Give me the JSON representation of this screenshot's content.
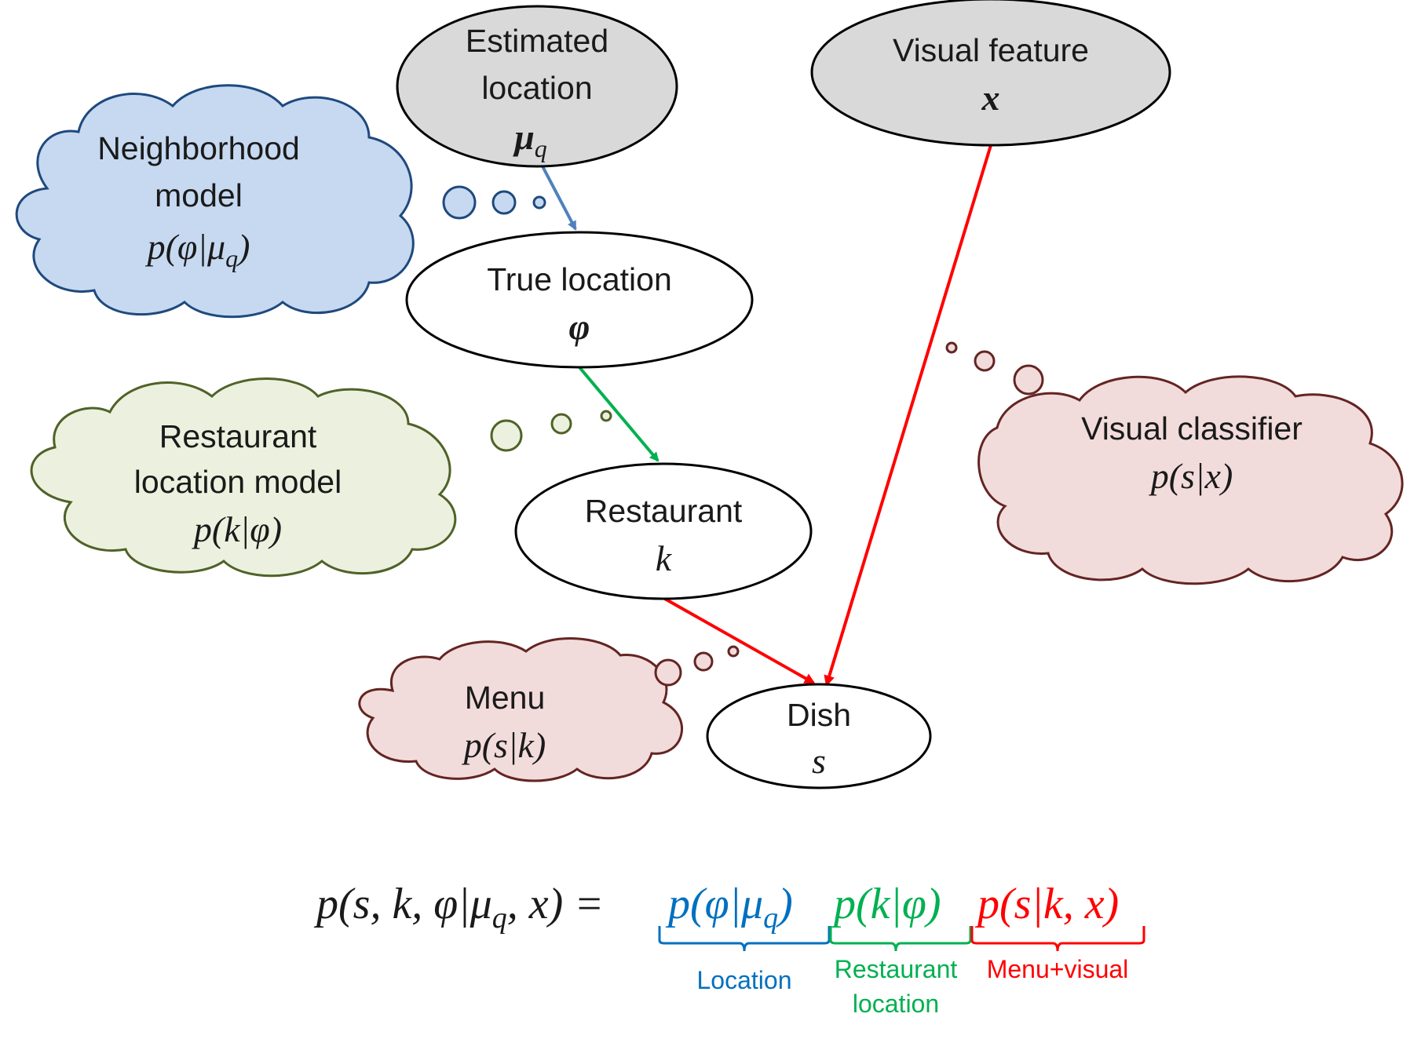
{
  "nodes": {
    "estimated_location": {
      "line1": "Estimated",
      "line2": "location",
      "symbol": "μ",
      "sub": "q"
    },
    "visual_feature": {
      "line1": "Visual feature",
      "symbol": "x"
    },
    "true_location": {
      "line1": "True location",
      "symbol": "φ"
    },
    "restaurant": {
      "line1": "Restaurant",
      "symbol": "k"
    },
    "dish": {
      "line1": "Dish",
      "symbol": "s"
    }
  },
  "clouds": {
    "neighborhood": {
      "line1": "Neighborhood",
      "line2": "model",
      "formula": "p(φ|μ",
      "formula_sub": "q",
      "formula_end": ")"
    },
    "restaurant_location": {
      "line1": "Restaurant",
      "line2": "location model",
      "formula": "p(k|φ)"
    },
    "visual_classifier": {
      "line1": "Visual classifier",
      "formula": "p(s|x)"
    },
    "menu": {
      "line1": "Menu",
      "formula": "p(s|k)"
    }
  },
  "equation": {
    "lhs": "p(s, k, φ|μ",
    "lhs_sub": "q",
    "lhs_end": ", x) =",
    "term1": "p(φ|μ",
    "term1_sub": "q",
    "term1_end": ")",
    "term2": "p(k|φ)",
    "term3": "p(s|k, x)"
  },
  "braces": {
    "location": "Location",
    "restaurant_line1": "Restaurant",
    "restaurant_line2": "location",
    "menu_visual": "Menu+visual"
  },
  "colors": {
    "blue": "#4f81bd",
    "green": "#00b050",
    "red": "#ff0000",
    "node_gray": "#d9d9d9",
    "cloud_blue_fill": "#c6d9f1",
    "cloud_blue_stroke": "#1f497d",
    "cloud_green_fill": "#ebf1de",
    "cloud_green_stroke": "#4f6228",
    "cloud_red_fill": "#f2dcdb",
    "cloud_red_stroke": "#632523",
    "eq_blue": "#0070c0"
  }
}
